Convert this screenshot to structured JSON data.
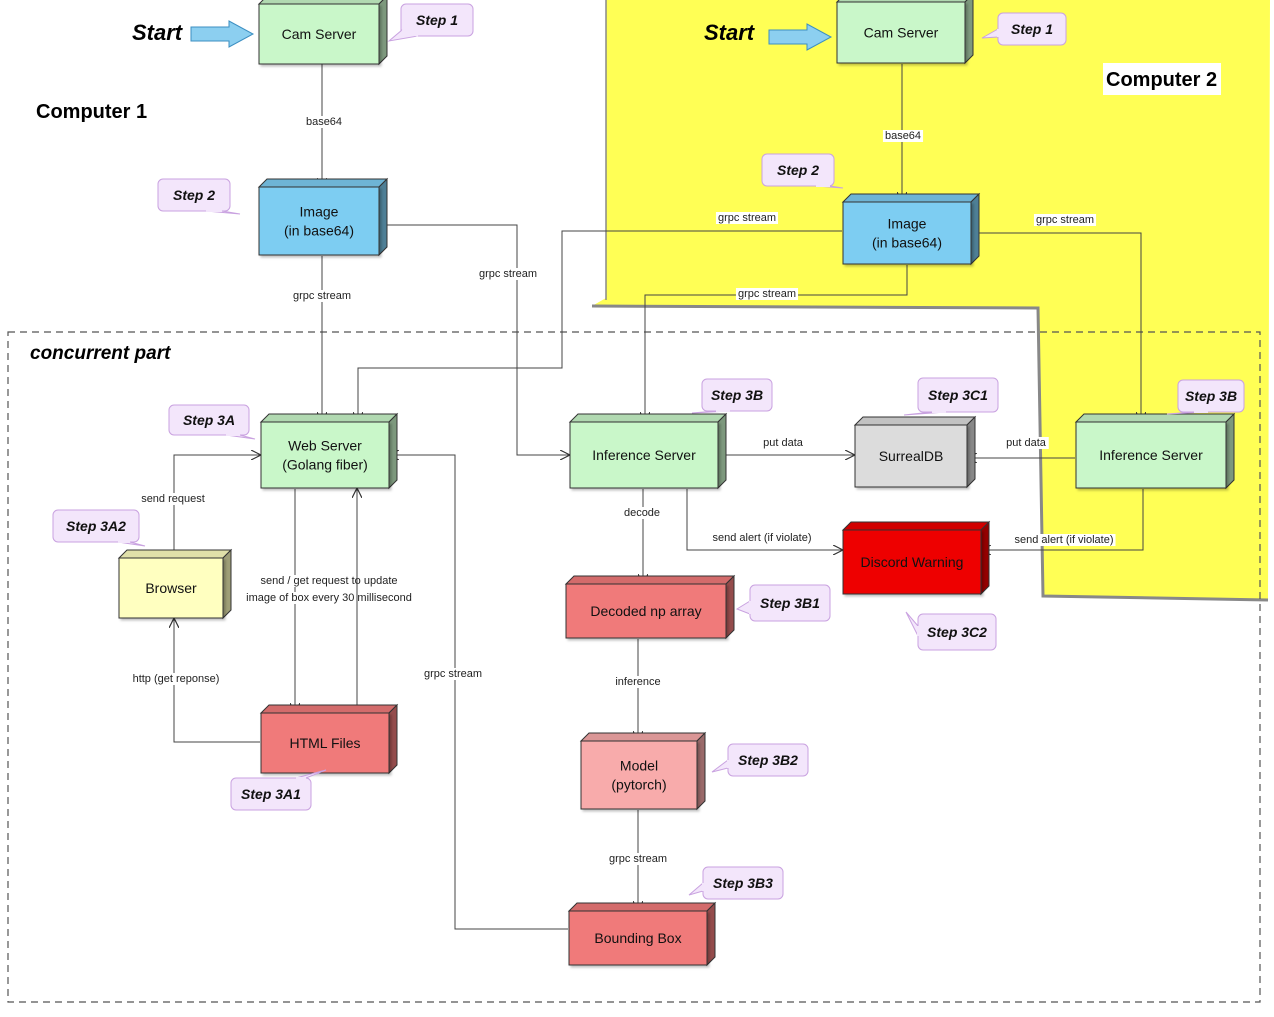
{
  "colors": {
    "green": "#c9f7c9",
    "blue": "#7dcdf2",
    "red": "#f07a7a",
    "pink": "#f8abab",
    "yellow": "#ffffc0",
    "gray": "#dcdcdc",
    "bright_red": "#ee0000",
    "computer2_background": "#ffff55",
    "step_bubble": "#f3e6fb",
    "start_arrow": "#8ccff0"
  },
  "labels": {
    "start_left": "Start",
    "start_right": "Start",
    "computer1": "Computer 1",
    "computer2": "Computer 2",
    "concurrent": "concurrent part"
  },
  "nodes": {
    "cam1": {
      "lines": [
        "Cam Server"
      ],
      "color": "green"
    },
    "img1": {
      "lines": [
        "Image",
        "(in base64)"
      ],
      "color": "blue"
    },
    "web": {
      "lines": [
        "Web Server",
        "(Golang fiber)"
      ],
      "color": "green"
    },
    "browser": {
      "lines": [
        "Browser"
      ],
      "color": "yellow"
    },
    "html": {
      "lines": [
        "HTML Files"
      ],
      "color": "red"
    },
    "inf1": {
      "lines": [
        "Inference Server"
      ],
      "color": "green"
    },
    "decoded": {
      "lines": [
        "Decoded np array"
      ],
      "color": "red"
    },
    "model": {
      "lines": [
        "Model",
        "(pytorch)"
      ],
      "color": "pink"
    },
    "bbox": {
      "lines": [
        "Bounding Box"
      ],
      "color": "red"
    },
    "cam2": {
      "lines": [
        "Cam Server"
      ],
      "color": "green"
    },
    "img2": {
      "lines": [
        "Image",
        "(in base64)"
      ],
      "color": "blue"
    },
    "surreal": {
      "lines": [
        "SurrealDB"
      ],
      "color": "gray"
    },
    "inf2": {
      "lines": [
        "Inference Server"
      ],
      "color": "green"
    },
    "discord": {
      "lines": [
        "Discord Warning"
      ],
      "color": "bright_red"
    }
  },
  "steps": {
    "s1_left": "Step 1",
    "s2_left": "Step 2",
    "s3a": "Step 3A",
    "s3a2": "Step 3A2",
    "s3a1": "Step 3A1",
    "s3b_left": "Step 3B",
    "s3b1": "Step 3B1",
    "s3b2": "Step 3B2",
    "s3b3": "Step 3B3",
    "s1_right": "Step 1",
    "s2_right": "Step 2",
    "s3c1": "Step 3C1",
    "s3b_right": "Step 3B",
    "s3c2": "Step 3C2"
  },
  "edges": {
    "cam1_img1": "base64",
    "img1_web": "grpc stream",
    "img1_inf1": "grpc stream",
    "browser_web": "send request",
    "web_html": [
      "send / get request to update",
      "image of box every 30 millisecond"
    ],
    "html_browser": "http (get reponse)",
    "bbox_web": "grpc stream",
    "inf1_decoded": "decode",
    "decoded_model": "inference",
    "model_bbox": "grpc stream",
    "inf1_surreal": "put data",
    "inf1_discord": "send alert (if violate)",
    "cam2_img2": "base64",
    "img2_web": "grpc stream",
    "img2_inf1": "grpc stream",
    "img2_inf2": "grpc stream",
    "inf2_surreal": "put data",
    "inf2_discord": "send alert (if violate)"
  }
}
